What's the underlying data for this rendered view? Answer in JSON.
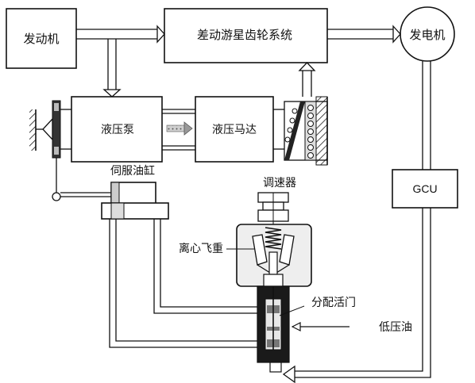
{
  "labels": {
    "engine": "发动机",
    "differential_planetary": "差动游星齿轮系统",
    "generator": "发电机",
    "hydraulic_pump": "液压泵",
    "hydraulic_motor": "液压马达",
    "gcu": "GCU",
    "servo_cylinder": "伺服油缸",
    "governor": "调速器",
    "flyweights": "离心飞重",
    "distribution_valve": "分配活门",
    "low_pressure_oil": "低压油"
  },
  "colors": {
    "stroke": "#111111",
    "housing_dark": "#1a1a1a",
    "housing_mid": "#777777",
    "housing_light": "#e8e8e8",
    "background": "#ffffff"
  }
}
